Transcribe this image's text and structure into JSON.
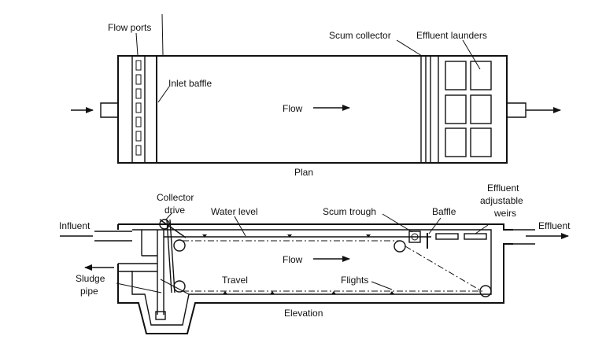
{
  "plan": {
    "flow_ports_label": "Flow ports",
    "inlet_baffle_label": "Inlet baffle",
    "flow_label": "Flow",
    "scum_collector_label": "Scum collector",
    "effluent_launders_label": "Effluent launders",
    "caption": "Plan"
  },
  "elevation": {
    "collector_drive_label_line1": "Collector",
    "collector_drive_label_line2": "drive",
    "water_level_label": "Water level",
    "scum_trough_label": "Scum trough",
    "baffle_label": "Baffle",
    "effluent_weirs_line1": "Effluent",
    "effluent_weirs_line2": "adjustable",
    "effluent_weirs_line3": "weirs",
    "influent_label": "Influent",
    "effluent_label": "Effluent",
    "flow_label": "Flow",
    "sludge_pipe_line1": "Sludge",
    "sludge_pipe_line2": "pipe",
    "travel_label": "Travel",
    "flights_label": "Flights",
    "caption": "Elevation"
  }
}
